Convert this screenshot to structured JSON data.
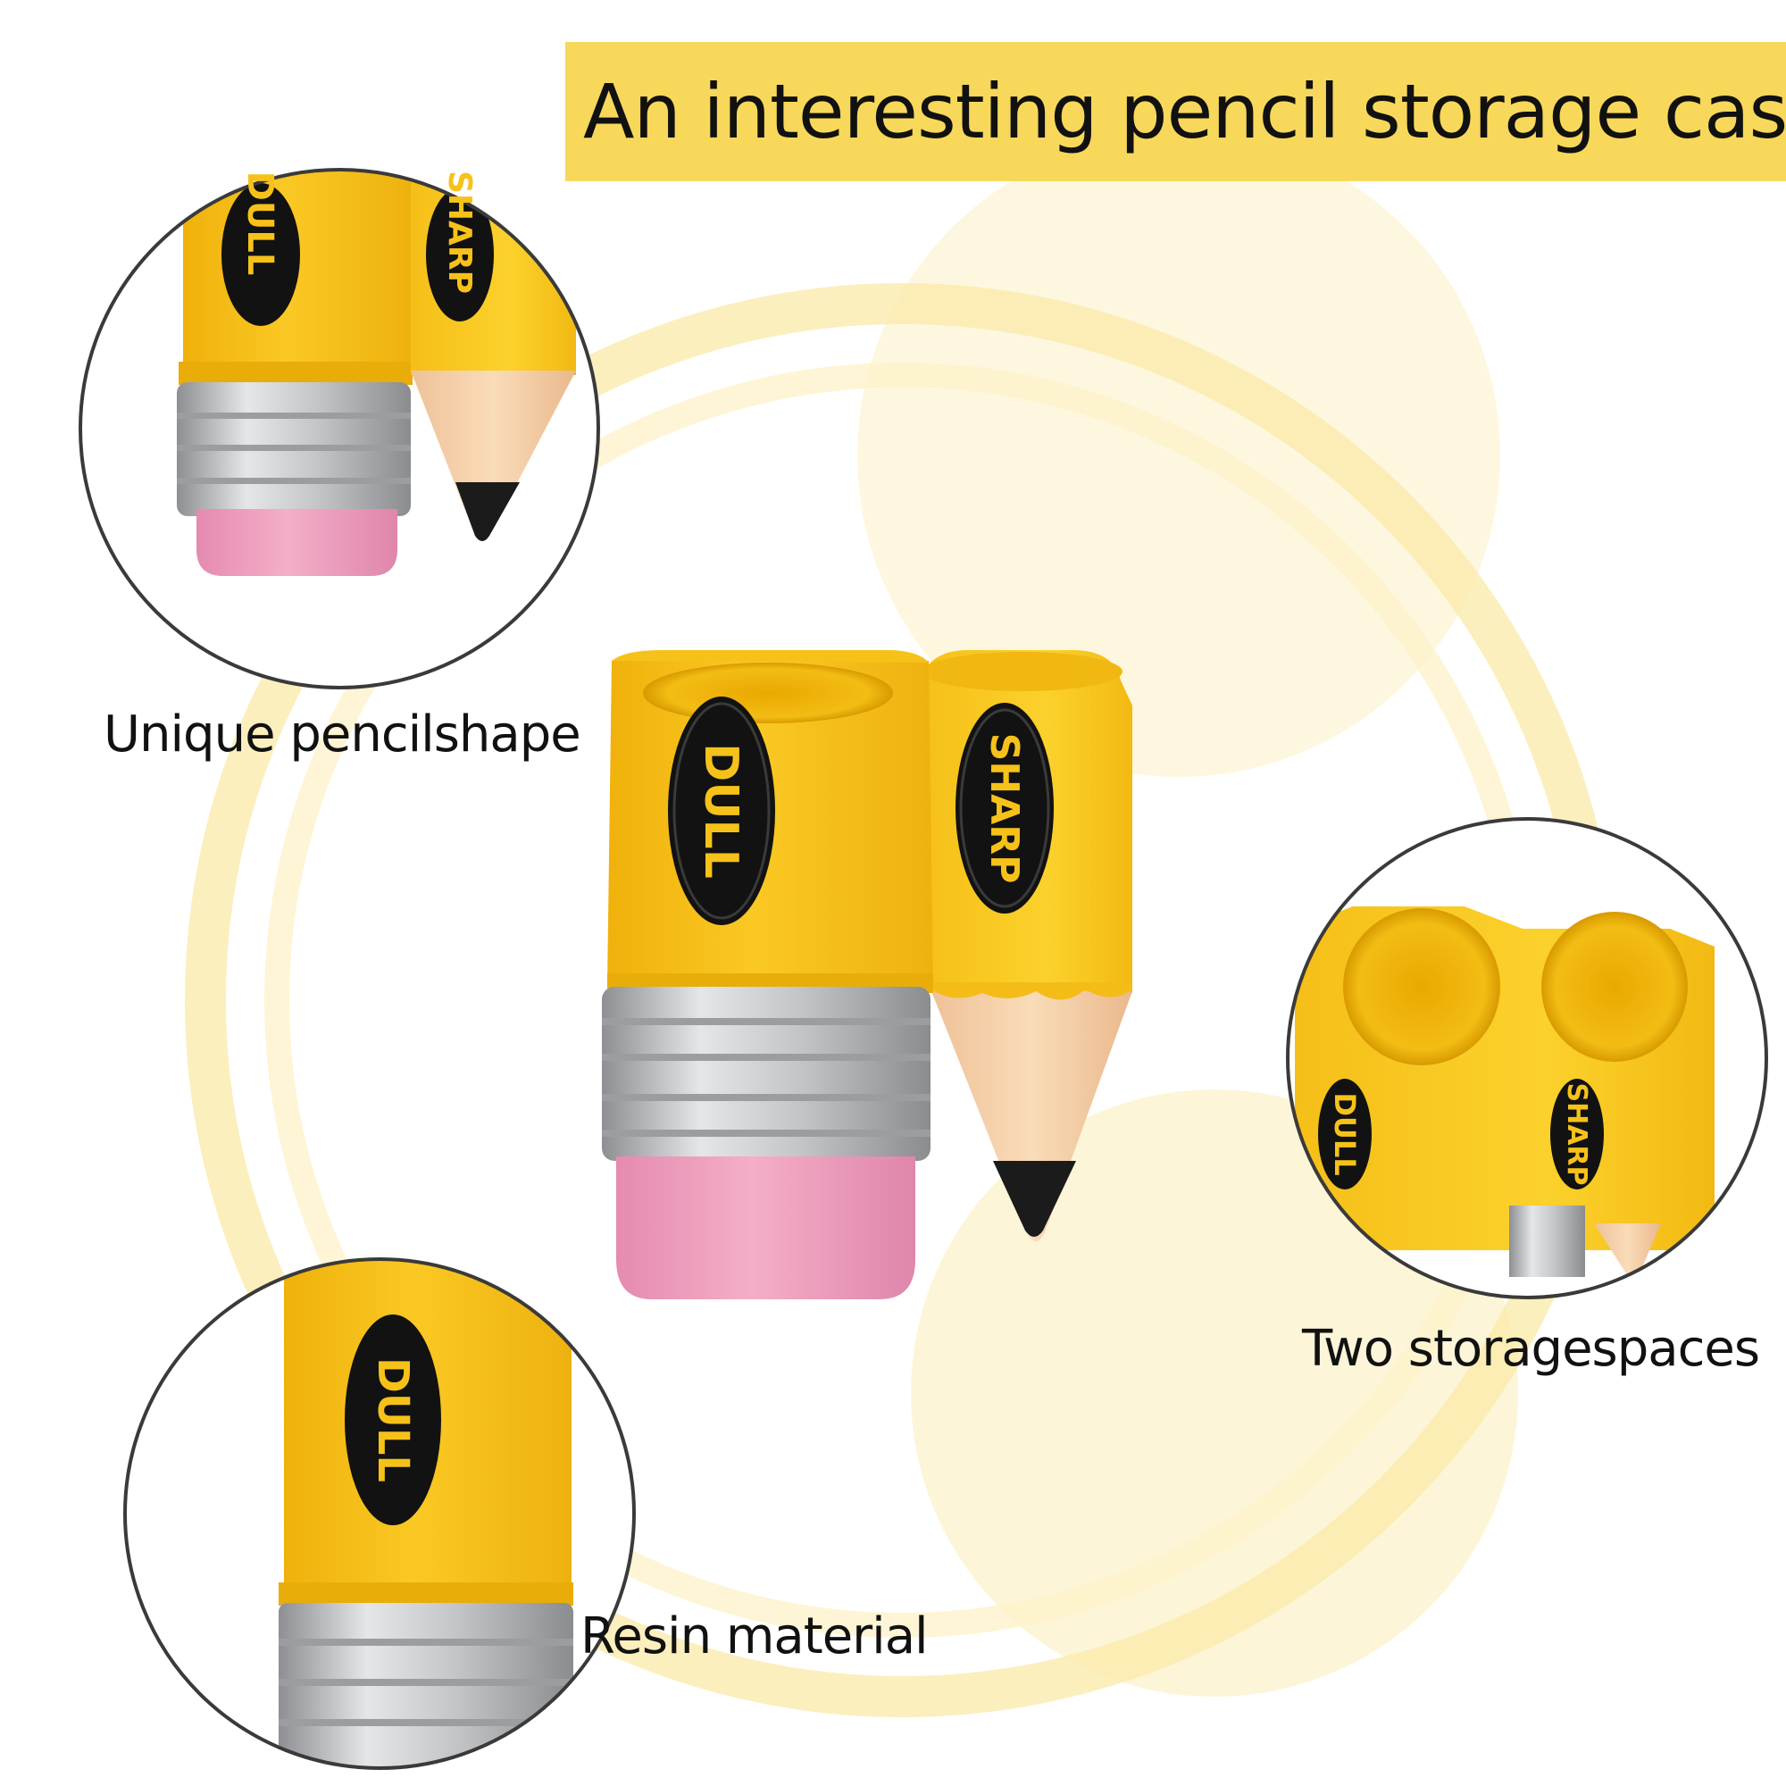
{
  "title": "An interesting pencil storage case",
  "captions": {
    "shape": "Unique pencilshape",
    "storage": "Two storagespaces",
    "material": "Resin material"
  },
  "labels": {
    "dull": "DULL",
    "sharp": "SHARP"
  },
  "colors": {
    "banner": "#f7d85b",
    "pencil_yellow": "#f6c21a",
    "eraser_pink": "#ec9fbd",
    "ferrule_silver": "#c6c8cb",
    "wood": "#f3cfa6",
    "lead": "#1b1b1b"
  }
}
